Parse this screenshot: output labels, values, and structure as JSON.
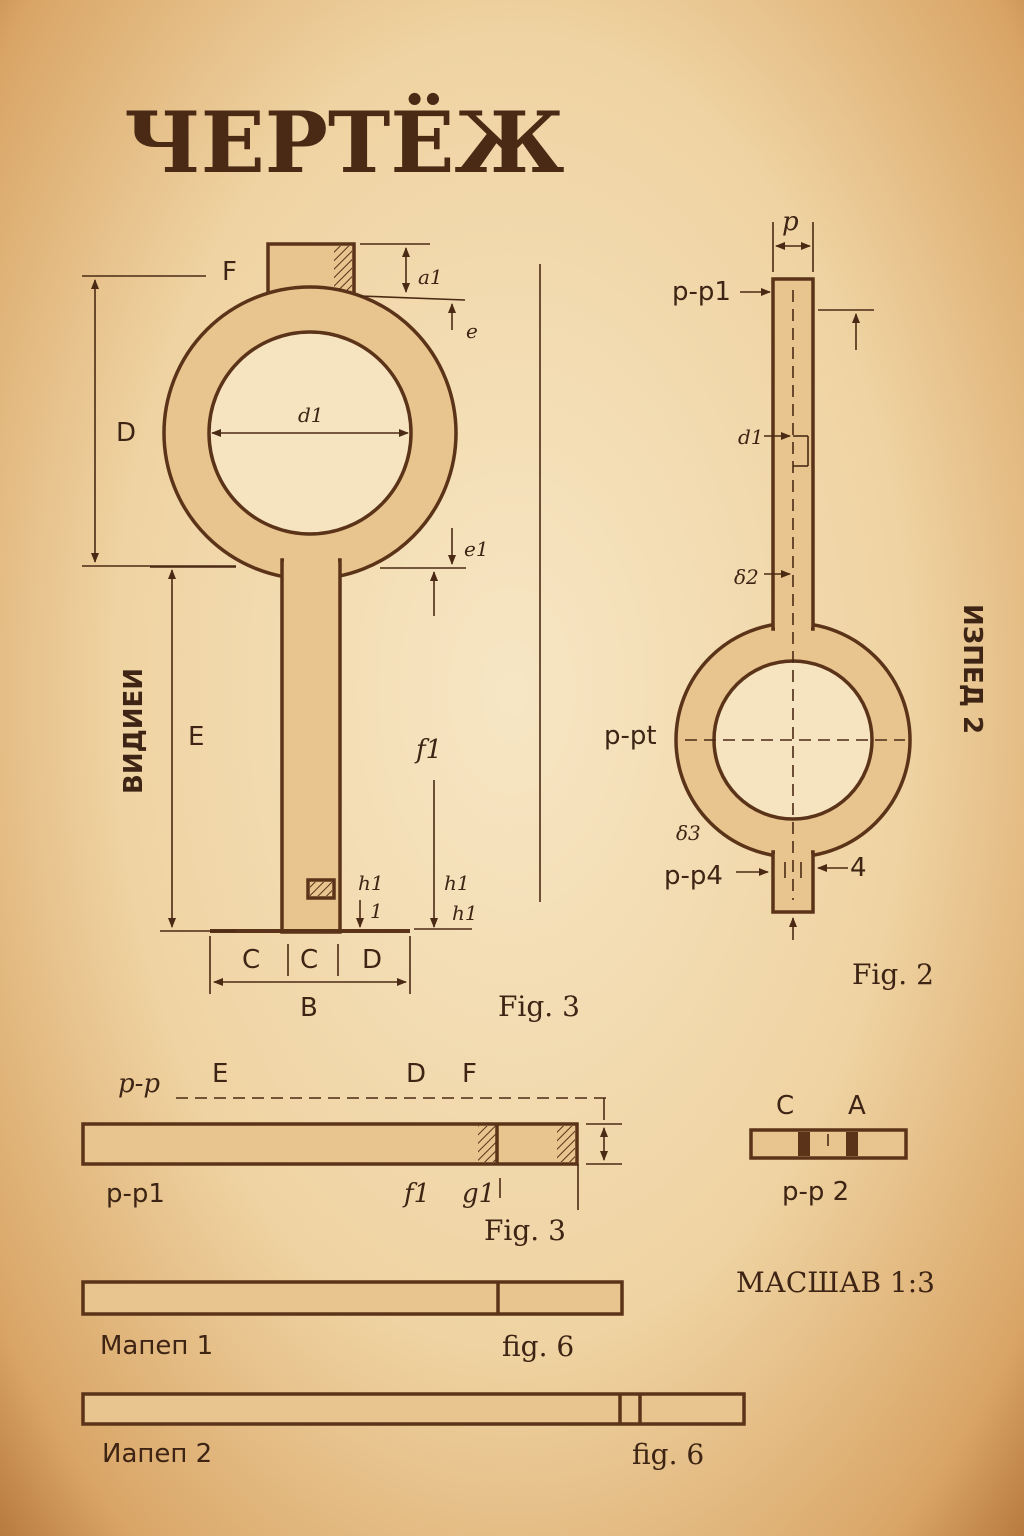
{
  "title": "ЧЕРТЁЖ",
  "scale_label": "МАСШАВ 1:3",
  "fig3_main": {
    "caption": "Fig. 3",
    "side_label": "ВИДИЕИ",
    "labels": {
      "F": "F",
      "D": "D",
      "E": "E",
      "a1": "a1",
      "e": "e",
      "d1": "d1",
      "e1": "e1",
      "f1": "f1",
      "h1_a": "h1",
      "h1_b": "h1",
      "h1_c": "h1",
      "one": "1",
      "c1": "C",
      "c2": "C",
      "d2": "D",
      "B": "B"
    }
  },
  "fig2": {
    "caption": "Fig. 2",
    "side_label": "ИЗПЕД 2",
    "labels": {
      "p": "p",
      "pp1": "p-p1",
      "d1": "d1",
      "delta2": "δ2",
      "ppt": "p-pt",
      "delta3": "δ3",
      "pp4": "p-p4",
      "four": "4"
    }
  },
  "fig3_bar": {
    "caption": "Fig. 3",
    "labels": {
      "pp": "p-p",
      "E": "E",
      "D": "D",
      "F": "F",
      "pp1": "p-p1",
      "f1": "f1",
      "g1": "g1"
    }
  },
  "section_ca": {
    "c": "C",
    "a": "A",
    "label": "p-p 2"
  },
  "bar_1": {
    "label": "Мапеп 1",
    "caption": "fig. 6"
  },
  "bar_2": {
    "label": "Иапеп 2",
    "caption": "fig. 6"
  },
  "colors": {
    "ink": "#4a2a14",
    "part": "#e8c58f",
    "paper": "#f2dcb3"
  }
}
